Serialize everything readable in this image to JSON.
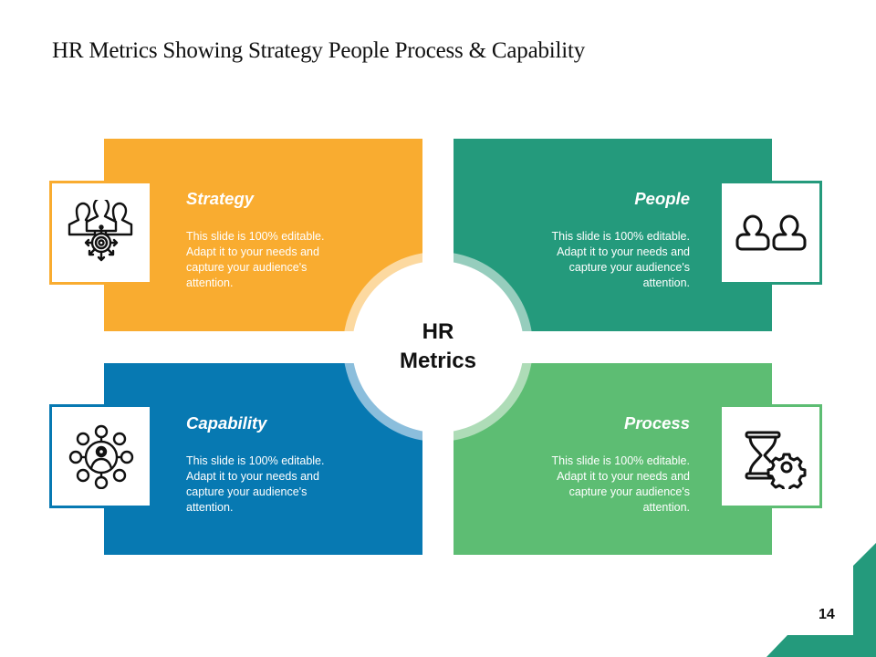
{
  "slide": {
    "title": "HR Metrics Showing Strategy People Process & Capability",
    "page_number": "14",
    "center": {
      "line1": "HR",
      "line2": "Metrics"
    },
    "colors": {
      "strategy": "#F9AC30",
      "people": "#249A7C",
      "capability": "#0779B2",
      "process": "#5DBD73",
      "corner_accent": "#249A7C"
    },
    "quadrants": [
      {
        "id": "strategy",
        "heading": "Strategy",
        "icon": "team-strategy-target-icon",
        "text": "This slide is 100% editable. Adapt it to your needs and capture your audience's attention."
      },
      {
        "id": "people",
        "heading": "People",
        "icon": "two-users-icon",
        "text": "This slide is 100% editable. Adapt it to your needs and capture your audience's attention."
      },
      {
        "id": "capability",
        "heading": "Capability",
        "icon": "user-network-icon",
        "text": "This slide is 100% editable. Adapt it to your needs and capture your audience's attention."
      },
      {
        "id": "process",
        "heading": "Process",
        "icon": "hourglass-gear-icon",
        "text": "This slide is 100% editable. Adapt it to your needs and capture your audience's attention."
      }
    ]
  }
}
